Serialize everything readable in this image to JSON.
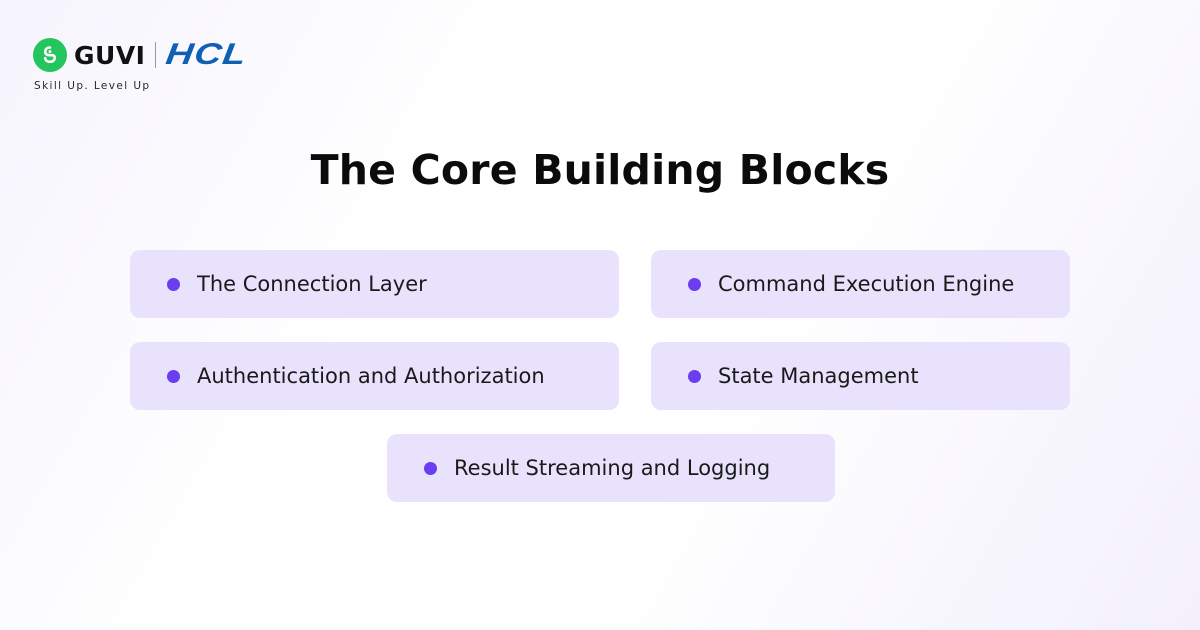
{
  "brand": {
    "name": "GUVI",
    "partner": "HCL",
    "tagline": "Skill Up. Level Up",
    "icon": "guvi-logo-icon",
    "colors": {
      "guvi_green": "#22c55e",
      "hcl_blue": "#0f5fb5"
    }
  },
  "title": "The Core Building Blocks",
  "blocks": [
    {
      "label": "The Connection Layer"
    },
    {
      "label": "Command Execution Engine"
    },
    {
      "label": "Authentication and Authorization"
    },
    {
      "label": "State Management"
    },
    {
      "label": "Result Streaming and Logging"
    }
  ],
  "colors": {
    "card_background": "#e9e2fc",
    "bullet": "#6a3df0"
  }
}
